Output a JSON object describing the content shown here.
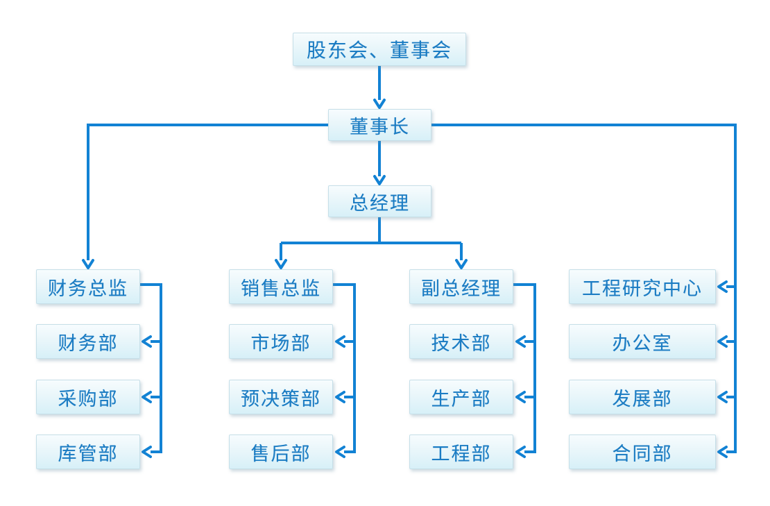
{
  "colors": {
    "line": "#1282D4",
    "text": "#1B7CC3",
    "box_fill_top": "#F7FCFE",
    "box_fill_bottom": "#D7F0F8",
    "box_border": "#C6DFE8"
  },
  "diagram_type": "org-chart",
  "nodes": {
    "shareholders_board": "股东会、董事会",
    "chairman": "董事长",
    "general_manager": "总经理",
    "columns": [
      {
        "head": "财务总监",
        "subs": [
          "财务部",
          "采购部",
          "库管部"
        ]
      },
      {
        "head": "销售总监",
        "subs": [
          "市场部",
          "预决策部",
          "售后部"
        ]
      },
      {
        "head": "副总经理",
        "subs": [
          "技术部",
          "生产部",
          "工程部"
        ]
      },
      {
        "head": "工程研究中心",
        "subs": [
          "办公室",
          "发展部",
          "合同部"
        ]
      }
    ]
  },
  "edges": [
    {
      "from": "股东会、董事会",
      "to": "董事长"
    },
    {
      "from": "董事长",
      "to": "总经理"
    },
    {
      "from": "董事长",
      "to": "财务总监"
    },
    {
      "from": "董事长",
      "to": "工程研究中心"
    },
    {
      "from": "董事长",
      "to": "办公室"
    },
    {
      "from": "董事长",
      "to": "发展部"
    },
    {
      "from": "董事长",
      "to": "合同部"
    },
    {
      "from": "总经理",
      "to": "销售总监"
    },
    {
      "from": "总经理",
      "to": "副总经理"
    },
    {
      "from": "财务总监",
      "to": "财务部"
    },
    {
      "from": "财务总监",
      "to": "采购部"
    },
    {
      "from": "财务总监",
      "to": "库管部"
    },
    {
      "from": "销售总监",
      "to": "市场部"
    },
    {
      "from": "销售总监",
      "to": "预决策部"
    },
    {
      "from": "销售总监",
      "to": "售后部"
    },
    {
      "from": "副总经理",
      "to": "技术部"
    },
    {
      "from": "副总经理",
      "to": "生产部"
    },
    {
      "from": "副总经理",
      "to": "工程部"
    }
  ]
}
